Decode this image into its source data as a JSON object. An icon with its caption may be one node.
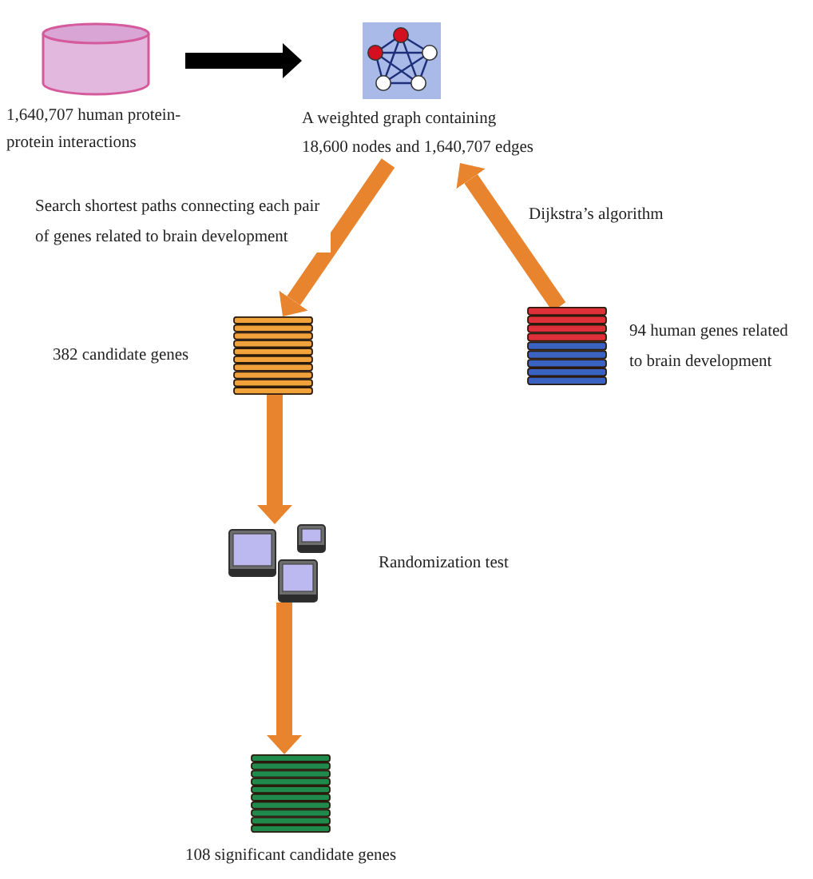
{
  "diagram": {
    "nodes": [
      {
        "text": [
          "1,640,707 human protein-protein interactions"
        ]
      },
      {
        "text": [
          "A weighted graph containing 18,600 nodes and 1,640,707 edges"
        ]
      },
      {
        "text": [
          "382 candidate genes"
        ]
      },
      {
        "text": [
          "94 human genes related to brain development"
        ]
      },
      {
        "text": [
          "Randomization test"
        ]
      },
      {
        "text": [
          "108 significant candidate genes"
        ]
      }
    ],
    "edges": [
      {
        "from": 0,
        "to": 1,
        "arrow": "to",
        "color": "#000000"
      },
      {
        "from": 1,
        "to": 2,
        "arrow": "to",
        "label": "Search shortest paths connecting each pair of genes related to brain development"
      },
      {
        "from": 3,
        "to": 1,
        "arrow": "to",
        "label": "Dijkstra’s algorithm"
      },
      {
        "from": 2,
        "to": 4,
        "arrow": "to"
      },
      {
        "from": 4,
        "to": 5,
        "arrow": "to"
      }
    ]
  }
}
